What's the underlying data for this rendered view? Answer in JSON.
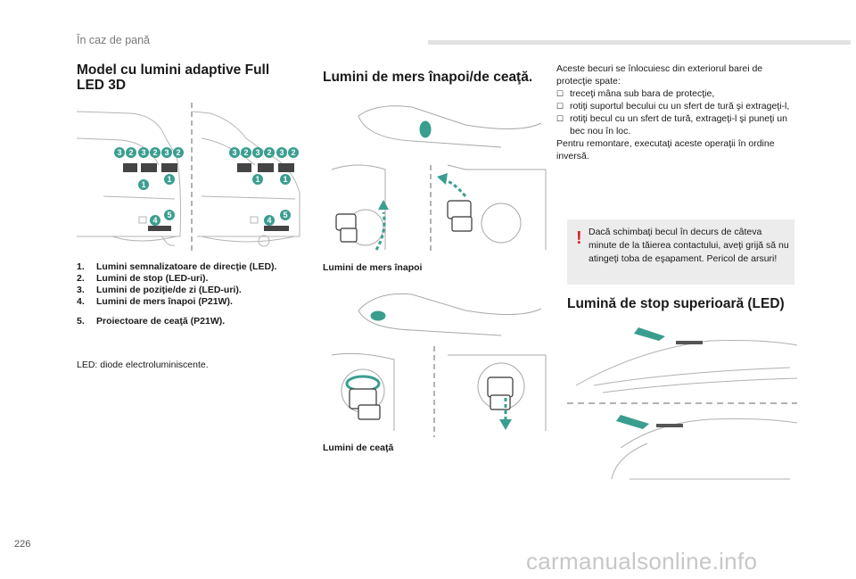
{
  "header": {
    "section": "În caz de pană"
  },
  "col1": {
    "title": "Model cu lumini adaptive Full LED 3D",
    "items": [
      {
        "num": "1.",
        "text": "Lumini semnalizatoare de direcţie (LED)."
      },
      {
        "num": "2.",
        "text": "Lumini de stop (LED-uri)."
      },
      {
        "num": "3.",
        "text": "Lumini de poziţie/de zi (LED-uri)."
      },
      {
        "num": "4.",
        "text": "Lumini de mers înapoi (P21W)."
      },
      {
        "num": "5.",
        "text": "Proiectoare de ceaţă (P21W)."
      }
    ],
    "note": "LED: diode electroluminiscente."
  },
  "col2": {
    "title": "Lumini de mers înapoi/de ceaţă.",
    "caption_reverse": "Lumini de mers înapoi",
    "caption_fog": "Lumini de ceaţă"
  },
  "col3": {
    "intro": "Aceste becuri se înlocuiesc din exteriorul barei de protecţie spate:",
    "steps": [
      "treceţi mâna sub bara de protecţie,",
      "rotiţi suportul becului cu un sfert de tură şi extrageţi-l,",
      "rotiţi becul cu un sfert de tură, extrageţi-l şi puneţi un bec nou în loc."
    ],
    "outro": "Pentru remontare, executaţi aceste operaţii în ordine inversă.",
    "warning": "Dacă schimbaţi becul în decurs de câteva minute de la tăierea contactului, aveţi grijă să nu atingeţi toba de eşapament. Pericol de arsuri!",
    "title2": "Lumină de stop superioară (LED)"
  },
  "figure_labels": {
    "left_group": [
      "3",
      "2",
      "3",
      "2",
      "3",
      "2"
    ],
    "right_group": [
      "3",
      "2",
      "3",
      "2",
      "3",
      "2"
    ],
    "one": "1",
    "four": "4",
    "five": "5"
  },
  "colors": {
    "accent": "#3a9e8f",
    "warning": "#d6262a",
    "warning_bg": "#ececec"
  },
  "footer": {
    "page": "226",
    "watermark": "carmanualsonline.info"
  }
}
